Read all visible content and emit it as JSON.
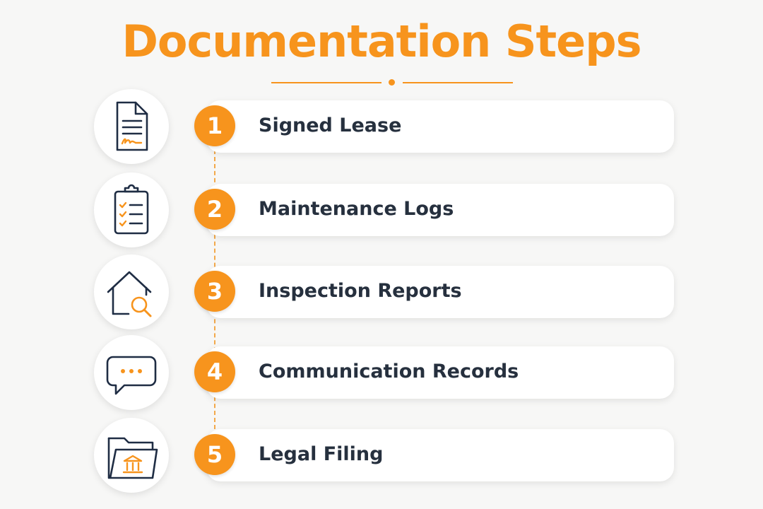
{
  "title": "Documentation Steps",
  "colors": {
    "accent": "#f7941d",
    "text": "#26303e",
    "icon_stroke": "#1f2d44"
  },
  "steps": [
    {
      "number": "1",
      "label": "Signed Lease",
      "icon": "lease-document-icon"
    },
    {
      "number": "2",
      "label": "Maintenance Logs",
      "icon": "clipboard-checklist-icon"
    },
    {
      "number": "3",
      "label": "Inspection Reports",
      "icon": "house-magnifier-icon"
    },
    {
      "number": "4",
      "label": "Communication Records",
      "icon": "speech-bubble-icon"
    },
    {
      "number": "5",
      "label": "Legal Filing",
      "icon": "folder-courthouse-icon"
    }
  ]
}
